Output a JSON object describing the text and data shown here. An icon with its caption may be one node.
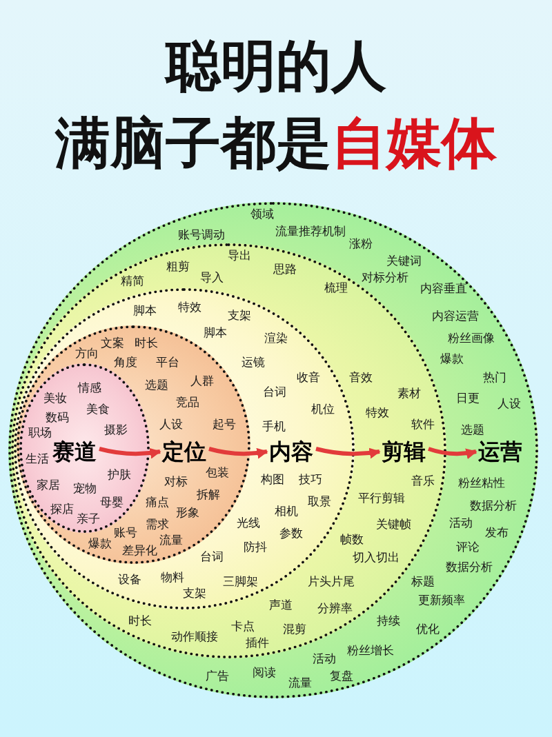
{
  "diagram": {
    "title": "聪明的人满脑子都是自媒体",
    "nodes": [
      {
        "text": [],
        "shape": "circle"
      },
      {
        "text": [],
        "shape": "circle",
        "in": 0
      },
      {
        "text": [],
        "shape": "circle",
        "in": 1
      },
      {
        "text": [],
        "shape": "circle",
        "in": 2
      },
      {
        "text": [],
        "shape": "circle",
        "in": 3
      },
      {
        "text": [
          "赛道"
        ],
        "in": 4
      },
      {
        "text": [
          "定位"
        ],
        "in": 3
      },
      {
        "text": [
          "内容"
        ],
        "in": 2
      },
      {
        "text": [
          "剪辑"
        ],
        "in": 1
      },
      {
        "text": [
          "运营"
        ],
        "in": 0
      }
    ],
    "edges": [
      {
        "from": 5,
        "to": 6,
        "arrow": "to"
      },
      {
        "from": 6,
        "to": 7,
        "arrow": "to"
      },
      {
        "from": 7,
        "to": 8,
        "arrow": "to"
      },
      {
        "from": 8,
        "to": 9,
        "arrow": "to"
      }
    ],
    "labels": [
      "领域",
      "账号调动",
      "流量推荐机制",
      "涨粉",
      "导出",
      "关键词",
      "粗剪",
      "思路",
      "精简",
      "导入",
      "对标分析",
      "梳理",
      "内容垂直",
      "脚本",
      "特效",
      "支架",
      "内容运营",
      "脚本",
      "文案",
      "时长",
      "渲染",
      "粉丝画像",
      "方向",
      "角度",
      "平台",
      "运镜",
      "爆款",
      "人群",
      "收音",
      "音效",
      "热门",
      "情感",
      "选题",
      "美妆",
      "台词",
      "素材",
      "竞品",
      "日更",
      "人设",
      "美食",
      "机位",
      "特效",
      "数码",
      "人设",
      "起号",
      "手机",
      "软件",
      "职场",
      "摄影",
      "选题",
      "生活",
      "护肤",
      "包装",
      "家居",
      "宠物",
      "对标",
      "构图",
      "技巧",
      "音乐",
      "粉丝粘性",
      "母婴",
      "痛点",
      "拆解",
      "取景",
      "平行剪辑",
      "探店",
      "形象",
      "相机",
      "数据分析",
      "亲子",
      "需求",
      "光线",
      "关键帧",
      "活动",
      "账号",
      "流量",
      "参数",
      "帧数",
      "发布",
      "爆款",
      "差异化",
      "防抖",
      "评论",
      "台词",
      "切入切出",
      "数据分析",
      "设备",
      "物料",
      "三脚架",
      "片头片尾",
      "标题",
      "支架",
      "声道",
      "分辨率",
      "更新频率",
      "时长",
      "卡点",
      "持续",
      "动作顺接",
      "混剪",
      "优化",
      "插件",
      "粉丝增长",
      "活动",
      "广告",
      "阅读",
      "流量",
      "复盘"
    ]
  }
}
